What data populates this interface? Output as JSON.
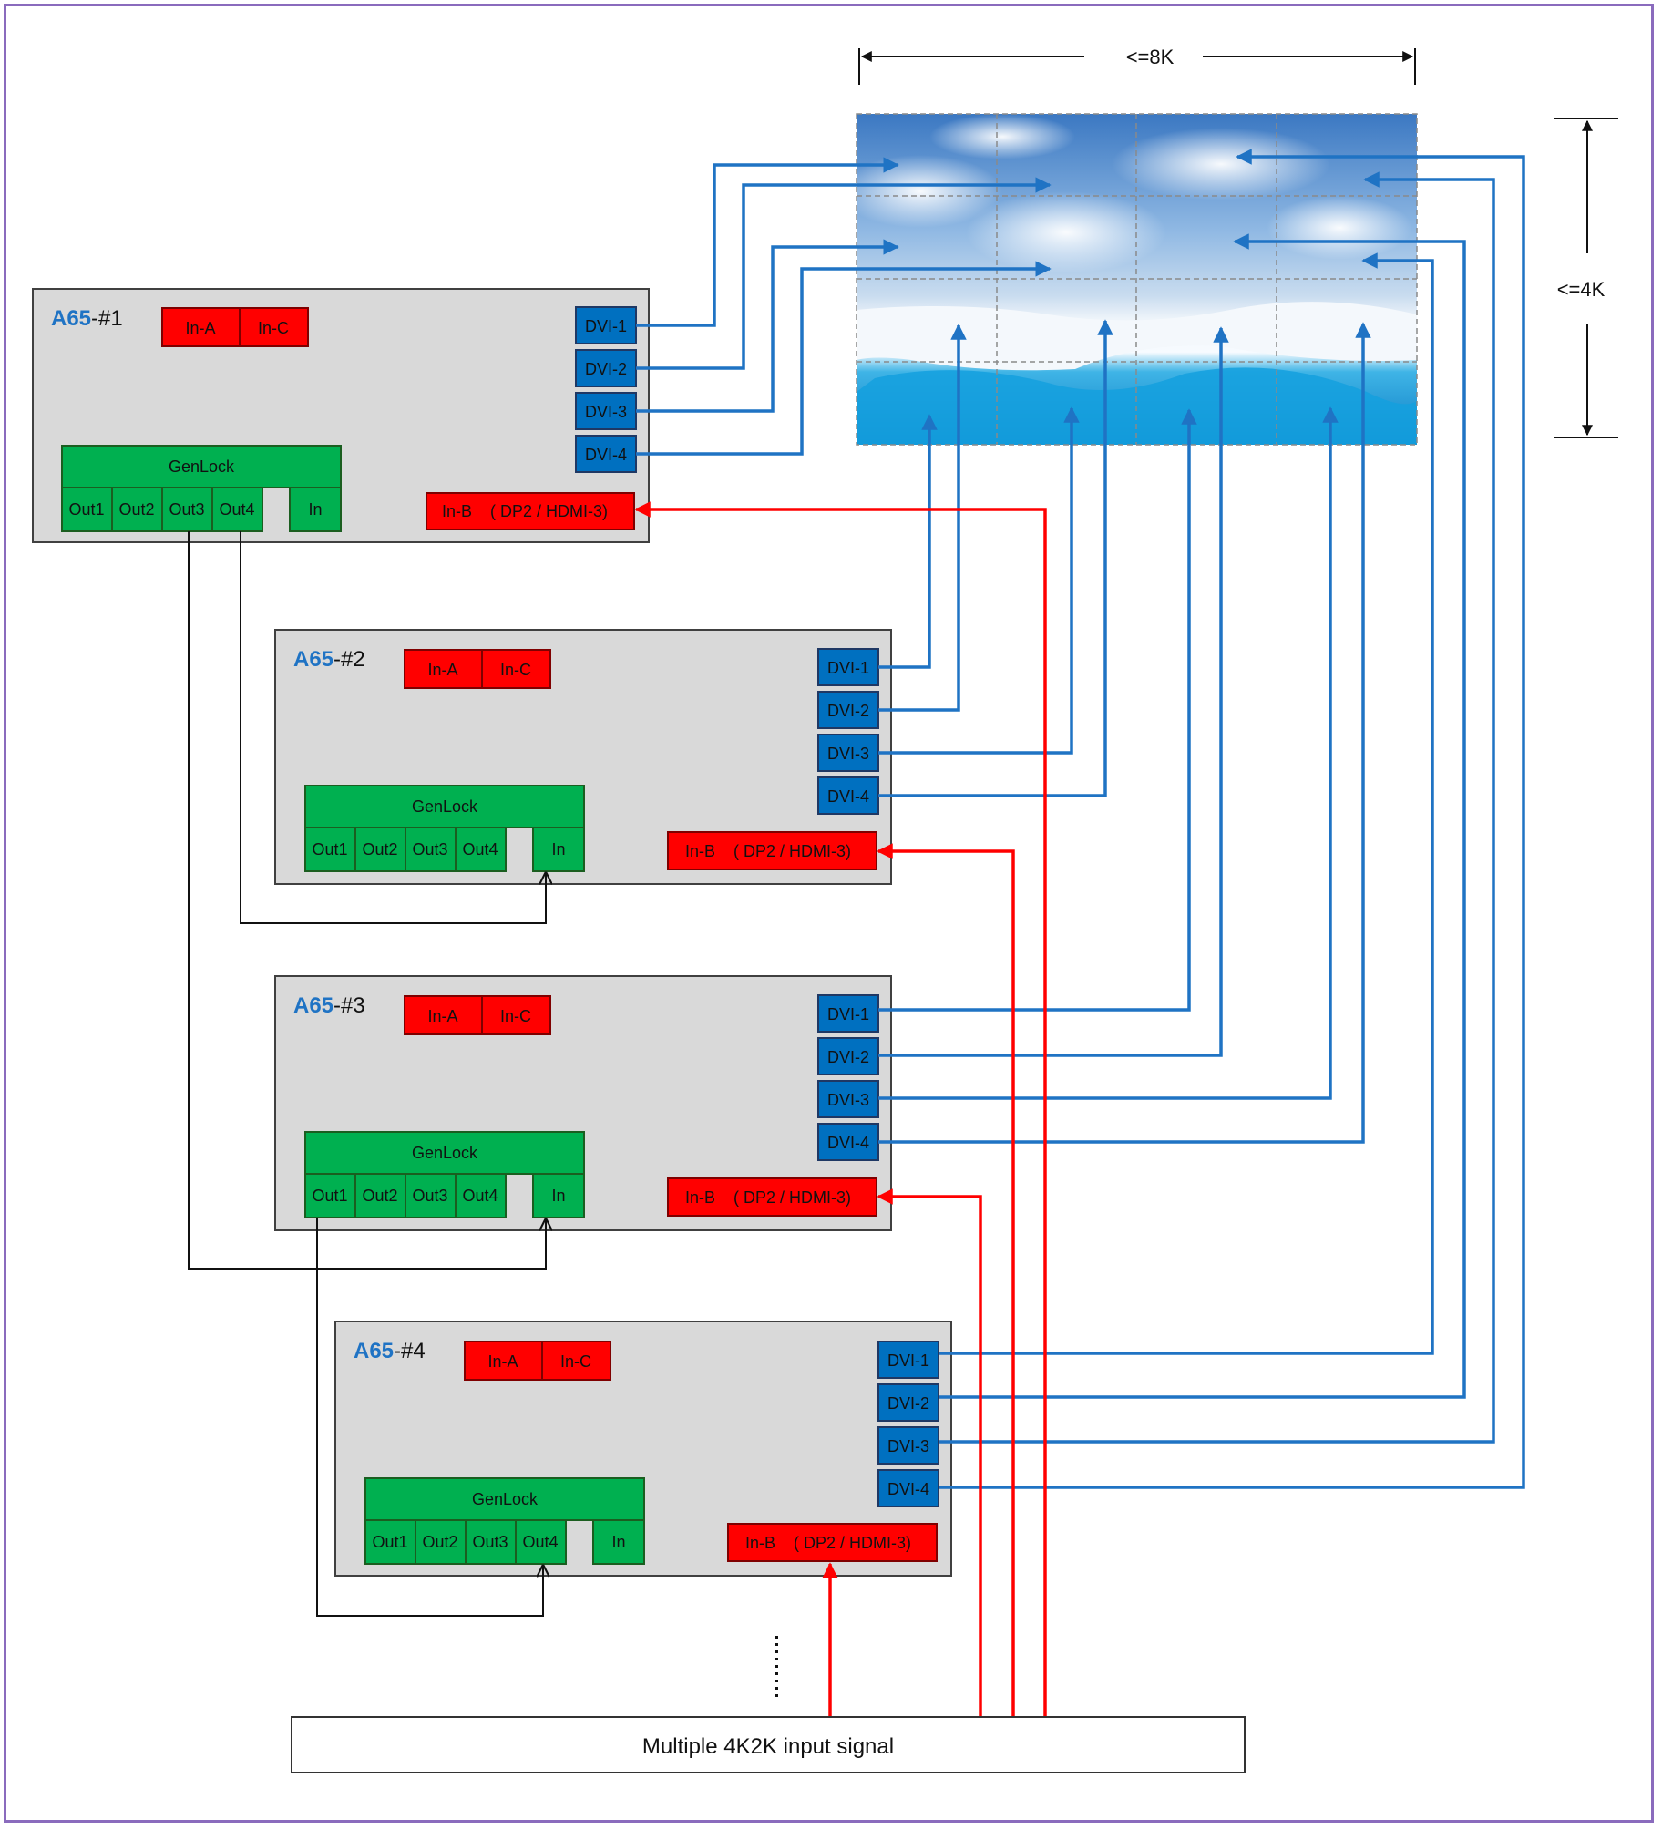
{
  "units": [
    {
      "brand": "A65",
      "suffix": "-#1",
      "in_a": "In-A",
      "in_c": "In-C",
      "in_b": "In-B    ( DP2 / HDMI-3)",
      "genlock": "GenLock",
      "outs": [
        "Out1",
        "Out2",
        "Out3",
        "Out4"
      ],
      "in": "In",
      "dvi": [
        "DVI-1",
        "DVI-2",
        "DVI-3",
        "DVI-4"
      ]
    },
    {
      "brand": "A65",
      "suffix": "-#2",
      "in_a": "In-A",
      "in_c": "In-C",
      "in_b": "In-B    ( DP2 / HDMI-3)",
      "genlock": "GenLock",
      "outs": [
        "Out1",
        "Out2",
        "Out3",
        "Out4"
      ],
      "in": "In",
      "dvi": [
        "DVI-1",
        "DVI-2",
        "DVI-3",
        "DVI-4"
      ]
    },
    {
      "brand": "A65",
      "suffix": "-#3",
      "in_a": "In-A",
      "in_c": "In-C",
      "in_b": "In-B    ( DP2 / HDMI-3)",
      "genlock": "GenLock",
      "outs": [
        "Out1",
        "Out2",
        "Out3",
        "Out4"
      ],
      "in": "In",
      "dvi": [
        "DVI-1",
        "DVI-2",
        "DVI-3",
        "DVI-4"
      ]
    },
    {
      "brand": "A65",
      "suffix": "-#4",
      "in_a": "In-A",
      "in_c": "In-C",
      "in_b": "In-B    ( DP2 / HDMI-3)",
      "genlock": "GenLock",
      "outs": [
        "Out1",
        "Out2",
        "Out3",
        "Out4"
      ],
      "in": "In",
      "dvi": [
        "DVI-1",
        "DVI-2",
        "DVI-3",
        "DVI-4"
      ]
    }
  ],
  "wall": {
    "width_label": "<=8K",
    "height_label": "<=4K",
    "cols": 4,
    "rows": 4
  },
  "input": {
    "label": "Multiple 4K2K input signal"
  },
  "colors": {
    "red": "#ff0000",
    "green": "#00b050",
    "blue": "#0070c0",
    "box": "#d9d9d9",
    "line_blue": "#1f73c4"
  }
}
